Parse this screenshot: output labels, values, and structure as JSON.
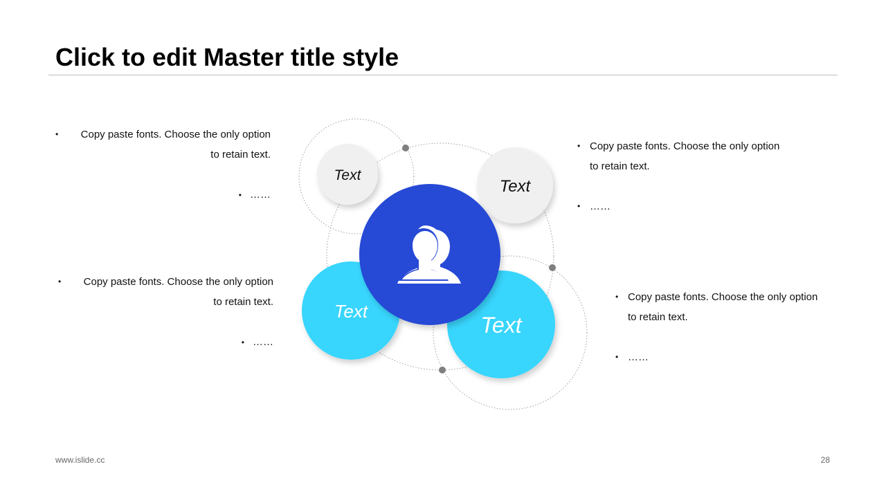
{
  "slide": {
    "title": "Click to edit Master title style",
    "footer_url": "www.islide.cc",
    "page_number": "28"
  },
  "blocks": {
    "top_left": {
      "line1": "Copy paste fonts. Choose the only option",
      "line2": "to retain text.",
      "ellipsis": "……"
    },
    "bottom_left": {
      "line1": "Copy paste fonts. Choose the only option",
      "line2": "to retain text.",
      "ellipsis": "……"
    },
    "top_right": {
      "line1": "Copy paste fonts. Choose the only option",
      "line2": "to retain text.",
      "ellipsis": "……"
    },
    "bottom_right": {
      "line1": "Copy paste fonts. Choose the only option",
      "line2": "to retain text.",
      "ellipsis": "……"
    }
  },
  "diagram": {
    "center_icon": "users-icon",
    "labels": {
      "top_left": "Text",
      "top_right": "Text",
      "bottom_left": "Text",
      "bottom_right": "Text"
    },
    "colors": {
      "center": "#2749d6",
      "accent": "#38d5fd",
      "neutral": "#f0f0f0",
      "dot": "#7f7f7f"
    }
  },
  "bullet_glyph": "•"
}
